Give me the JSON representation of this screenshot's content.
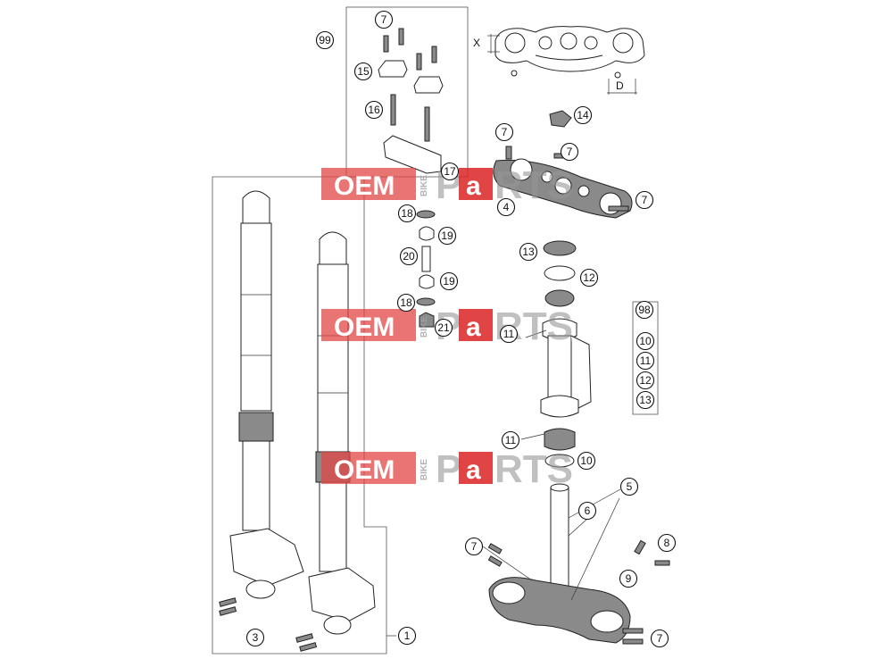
{
  "callouts": {
    "c99": "99",
    "c7_top": "7",
    "c15": "15",
    "c16": "16",
    "c17": "17",
    "c14": "14",
    "c7_clamp_left": "7",
    "c7_clamp_right": "7",
    "c7_side": "7",
    "c4": "4",
    "c18_top": "18",
    "c19_top": "19",
    "c20": "20",
    "c19_low": "19",
    "c18_low": "18",
    "c21": "21",
    "c13": "13",
    "c12": "12",
    "c11_top": "11",
    "c11_low": "11",
    "c10": "10",
    "c98": "98",
    "k10": "10",
    "k11": "11",
    "k12": "12",
    "k13": "13",
    "c5": "5",
    "c6": "6",
    "c7_bot_left": "7",
    "c8": "8",
    "c9": "9",
    "c7_bot_right": "7",
    "c3": "3",
    "c1": "1"
  },
  "dimensions": {
    "x": "X",
    "d": "D"
  },
  "watermarks": [
    {
      "oem": "OEM",
      "bike": "BIKE",
      "parts_p": "P",
      "parts_a": "a",
      "parts_rts": "RTS"
    },
    {
      "oem": "OEM",
      "bike": "BIKE",
      "parts_p": "P",
      "parts_a": "a",
      "parts_rts": "RTS"
    },
    {
      "oem": "OEM",
      "bike": "BIKE",
      "parts_p": "P",
      "parts_a": "a",
      "parts_rts": "RTS"
    }
  ]
}
